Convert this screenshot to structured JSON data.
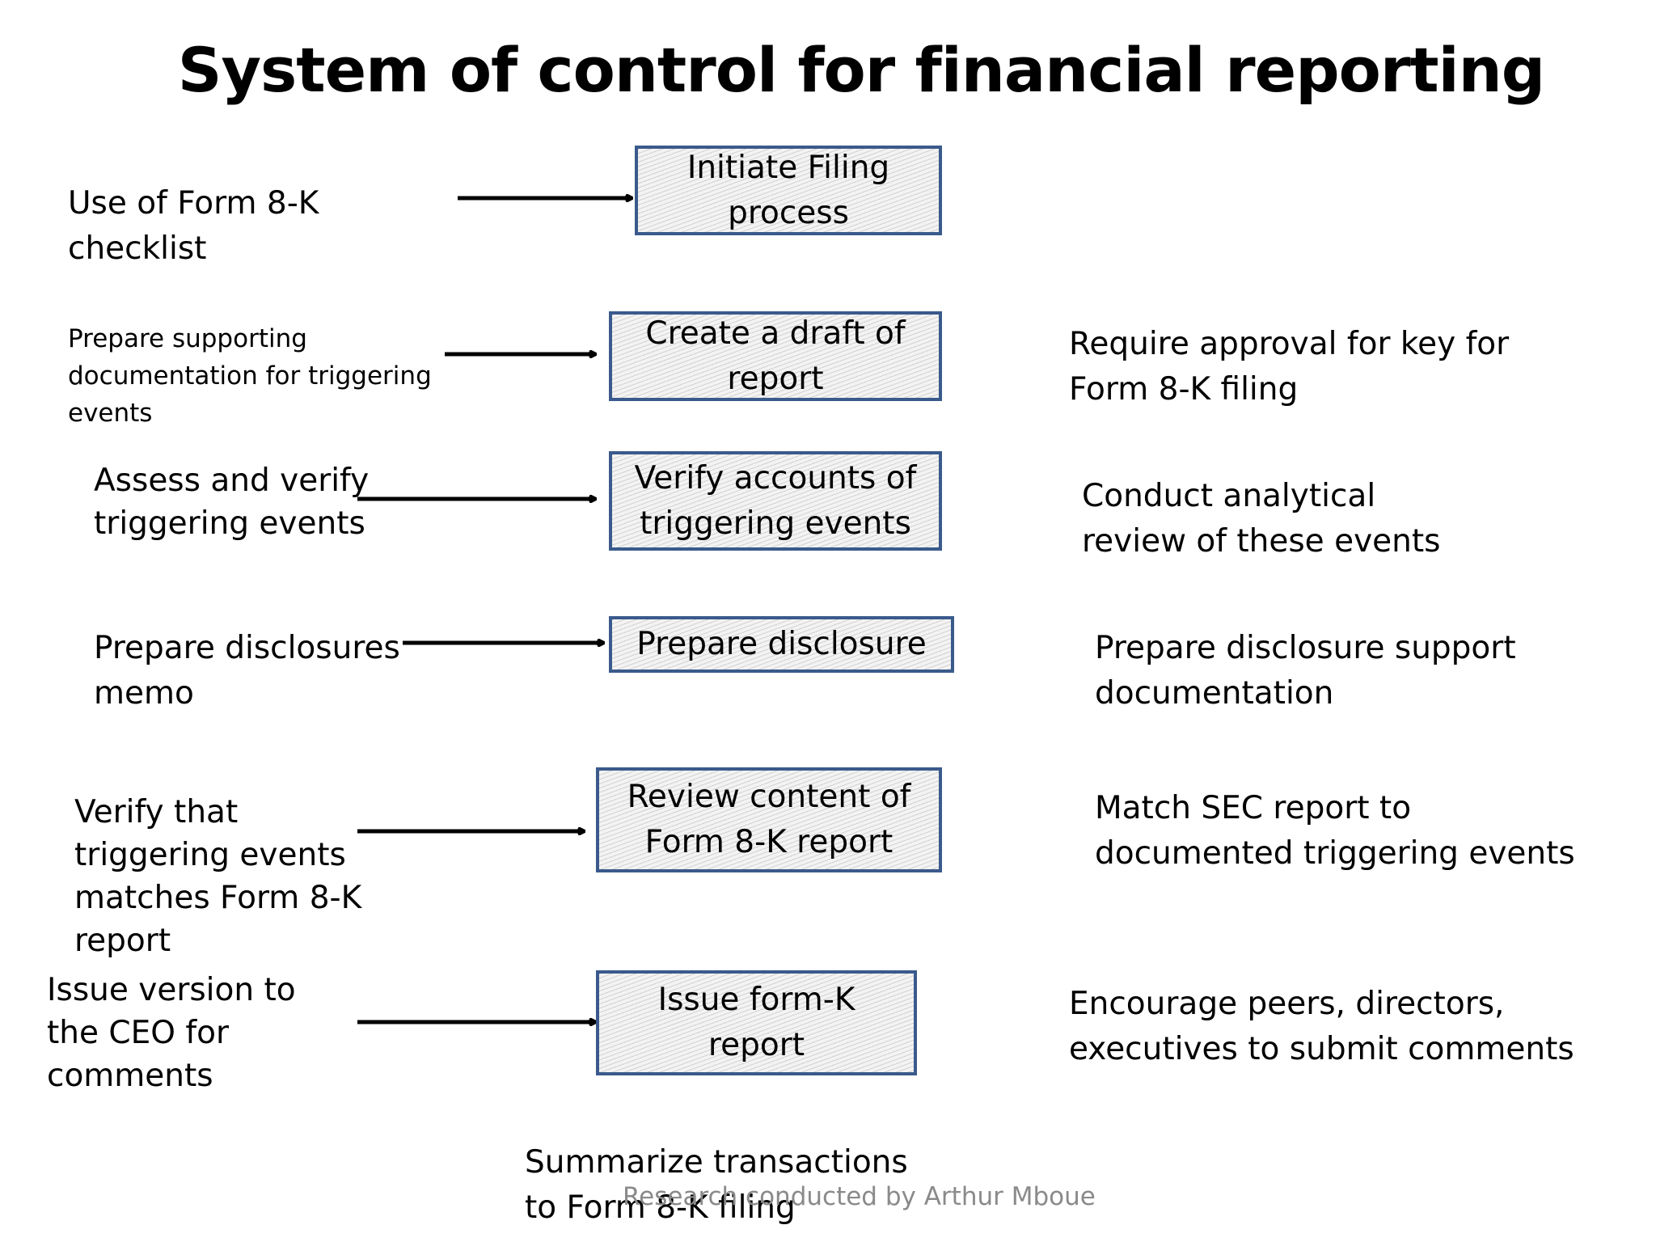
{
  "title": "System of control for financial reporting",
  "steps": [
    {
      "box": "Initiate Filing\nprocess",
      "left": [
        "Use of Form 8-K",
        "checklist"
      ],
      "right": []
    },
    {
      "box": "Create a draft of\nreport",
      "left": [
        "Prepare supporting",
        "documentation for triggering",
        "events"
      ],
      "right": [
        "Require approval for key for",
        "Form 8-K filing"
      ]
    },
    {
      "box": "Verify accounts of\ntriggering events",
      "left": [
        "Assess and verify",
        "triggering events"
      ],
      "right": [
        "Conduct analytical",
        "review of these events"
      ]
    },
    {
      "box": "Prepare disclosure",
      "left": [
        "Prepare disclosures",
        "memo"
      ],
      "right": [
        "Prepare disclosure support",
        "documentation"
      ]
    },
    {
      "box": "Review content of\nForm 8-K report",
      "left": [
        "Verify that",
        "triggering events",
        "matches Form 8-K",
        "report"
      ],
      "right": [
        "Match SEC report to",
        "documented triggering events"
      ]
    },
    {
      "box": "Issue form-K\nreport",
      "left": [
        "Issue version to",
        "the CEO for",
        "comments"
      ],
      "right": [
        "Encourage peers, directors,",
        "executives to submit comments"
      ]
    }
  ],
  "bottom_note": [
    "Summarize transactions",
    "to Form 8-K filing"
  ],
  "footer": "Research conducted by Arthur Mboue",
  "colors": {
    "box_border": "#3a5a8c",
    "footer_text": "#8a8a8a"
  }
}
